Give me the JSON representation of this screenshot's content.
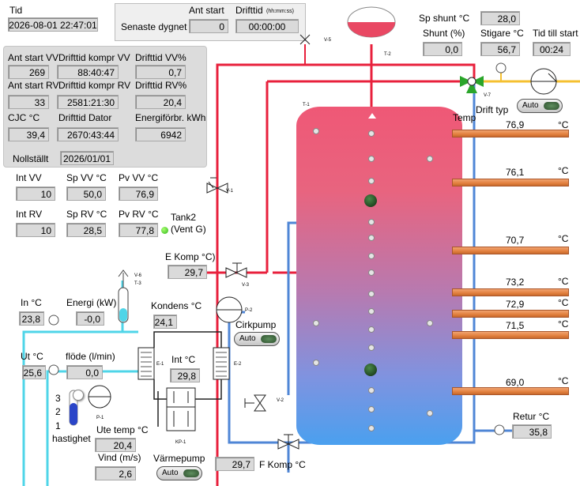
{
  "time": {
    "label": "Tid",
    "value": "2026-08-01 22:47:01"
  },
  "last24": {
    "label": "Senaste dygnet",
    "starts_label": "Ant start",
    "runtime_label": "Drifttid",
    "runtime_unit": "(hh:mm:ss)",
    "starts": "0",
    "runtime": "00:00:00"
  },
  "stats": {
    "ant_start_vv_label": "Ant start VV",
    "ant_start_vv": "269",
    "drifttid_kompr_vv_label": "Drifttid kompr VV",
    "drifttid_kompr_vv": "88:40:47",
    "drifttid_vv_pct_label": "Drifttid VV%",
    "drifttid_vv_pct": "0,7",
    "ant_start_rv_label": "Ant start RV",
    "ant_start_rv": "33",
    "drifttid_kompr_rv_label": "Drifttid kompr RV",
    "drifttid_kompr_rv": "2581:21:30",
    "drifttid_rv_pct_label": "Drifttid RV%",
    "drifttid_rv_pct": "20,4",
    "cjc_label": "CJC °C",
    "cjc": "39,4",
    "drifttid_dator_label": "Drifttid Dator",
    "drifttid_dator": "2670:43:44",
    "energiforbr_label": "Energiförbr. kWh",
    "energiforbr": "6942",
    "nollstallt_label": "Nollställt",
    "nollstallt": "2026/01/01"
  },
  "setpoints": {
    "int_vv_label": "Int VV",
    "int_vv": "10",
    "sp_vv_label": "Sp VV °C",
    "sp_vv": "50,0",
    "pv_vv_label": "Pv VV °C",
    "pv_vv": "76,9",
    "int_rv_label": "Int RV",
    "int_rv": "10",
    "sp_rv_label": "Sp RV °C",
    "sp_rv": "28,5",
    "pv_rv_label": "Pv RV °C",
    "pv_rv": "77,8",
    "tank2_label": "Tank2",
    "tank2_sub": "(Vent G)"
  },
  "shunt": {
    "sp_label": "Sp shunt °C",
    "sp": "28,0",
    "shunt_label": "Shunt (%)",
    "shunt": "0,0",
    "stigare_label": "Stigare °C",
    "stigare": "56,7",
    "tid_label": "Tid till start",
    "tid": "00:24",
    "drift_typ_label": "Drift typ",
    "drift_typ_btn": "Auto"
  },
  "tank": {
    "label": "T-1",
    "top_tank_label": "T-2",
    "temp_label": "Temp",
    "unit": "°C",
    "levels": [
      "76,9",
      "76,1",
      "70,7",
      "73,2",
      "72,9",
      "71,5",
      "69,0"
    ],
    "retur_label": "Retur °C",
    "retur": "35,8"
  },
  "komp": {
    "e_komp_label": "E Komp °C)",
    "e_komp": "29,7",
    "f_komp_label": "F Komp °C",
    "f_komp": "29,7"
  },
  "circuit": {
    "in_label": "In °C",
    "in": "23,8",
    "energi_label": "Energi (kW)",
    "energi": "-0,0",
    "kondens_label": "Kondens °C",
    "kondens": "24,1",
    "ut_label": "Ut °C",
    "ut": "25,6",
    "flode_label": "flöde (l/min)",
    "flode": "0,0",
    "int_label": "Int °C",
    "int": "29,8",
    "cirkpump_label": "Cirkpump",
    "cirkpump_btn": "Auto",
    "ute_temp_label": "Ute temp °C",
    "ute_temp": "20,4",
    "vind_label": "Vind (m/s)",
    "vind": "2,6",
    "varmepump_label": "Värmepump",
    "varmepump_btn": "Auto",
    "hastighet_label": "hastighet",
    "speed_levels": [
      "3",
      "2",
      "1"
    ]
  },
  "components": {
    "v1": "V-1",
    "v2": "V-2",
    "v3": "V-3",
    "v5": "V-5",
    "v6": "V-6",
    "v7": "V-7",
    "p1": "P-1",
    "p2": "P-2",
    "e1": "E-1",
    "e2": "E-2",
    "t3": "T-3",
    "kp1": "KP-1"
  },
  "colors": {
    "hot": "#e8203c",
    "cold": "#4f86d6",
    "brine": "#4fd5e8",
    "yellow": "#f5c030",
    "bar": "#e2803e"
  },
  "tank_level_fractions": {
    "t3_fill": 0.3,
    "t2_fill": 0.45
  }
}
